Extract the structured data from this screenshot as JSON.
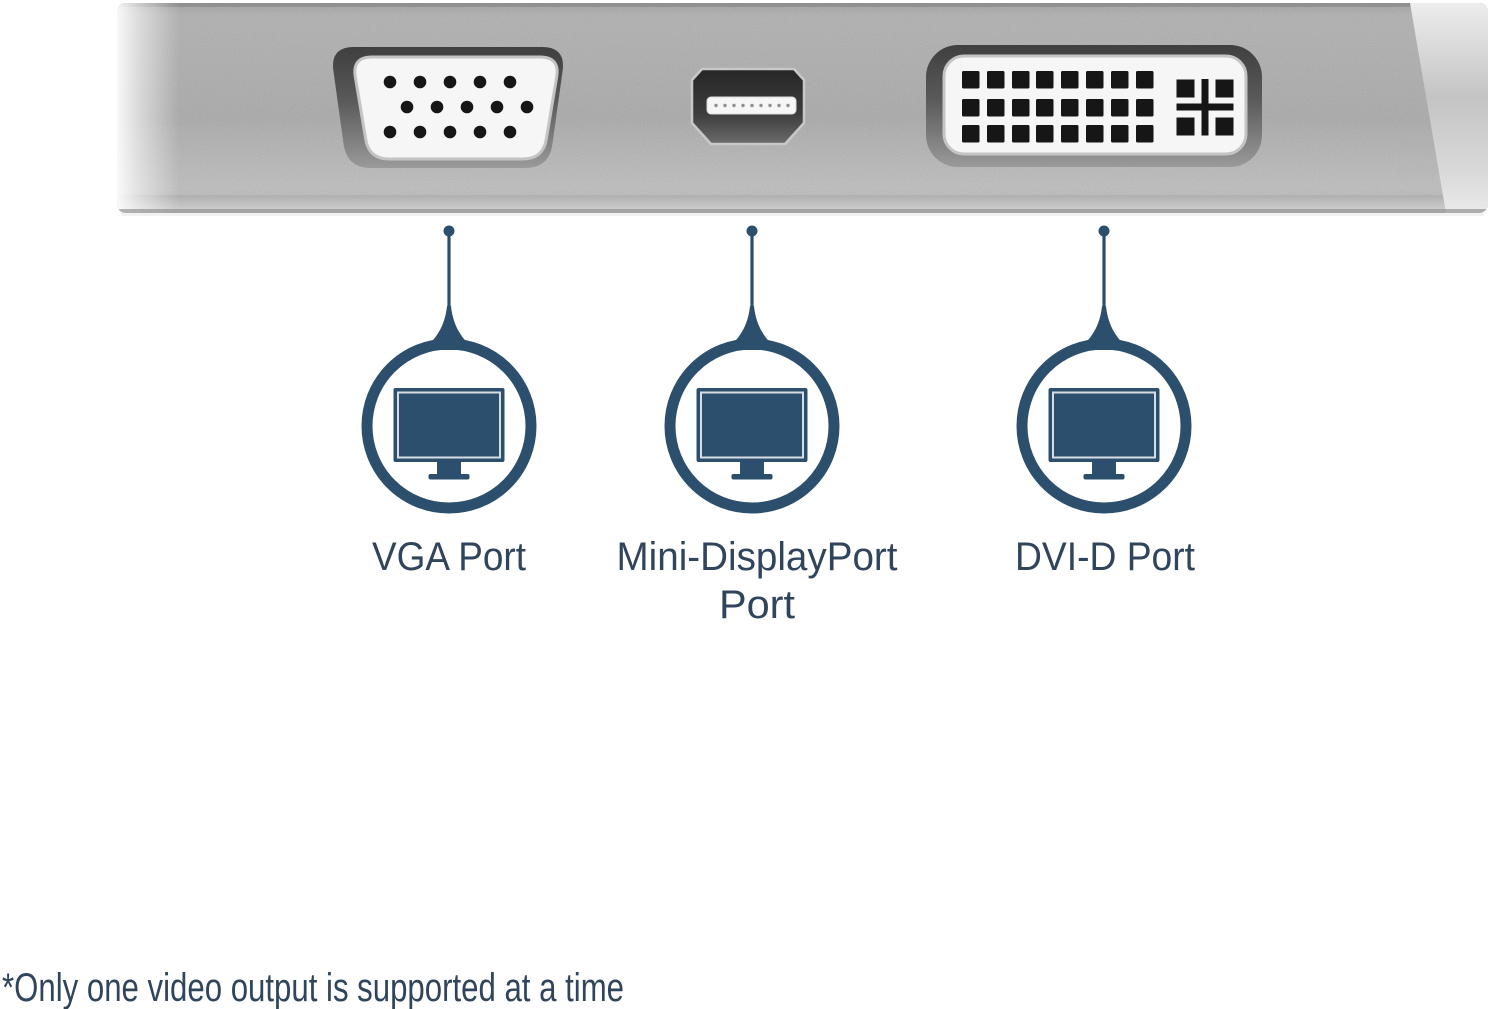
{
  "colors": {
    "accent": "#2C4F6D",
    "text": "#30455C",
    "icon_inner_stroke": "#D6DEE4",
    "device_body": "#ACACAC",
    "port_face": "#F6F6F6",
    "port_dark": "#161616"
  },
  "callouts": [
    {
      "icon": "monitor-icon",
      "label_line1": "VGA Port",
      "label_line2": ""
    },
    {
      "icon": "monitor-icon",
      "label_line1": "Mini-DisplayPort",
      "label_line2": "Port"
    },
    {
      "icon": "monitor-icon",
      "label_line1": "DVI-D Port",
      "label_line2": ""
    }
  ],
  "footnote": {
    "text": "*Only one video output is supported at a time"
  }
}
